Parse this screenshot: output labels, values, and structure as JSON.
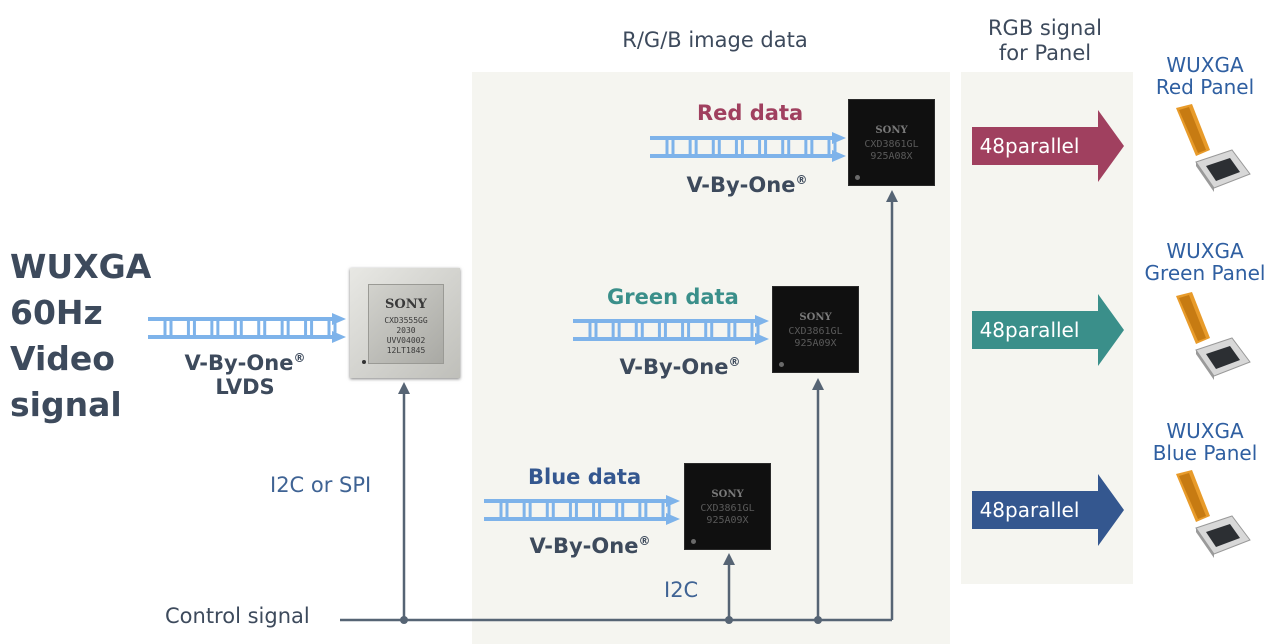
{
  "header": {
    "image_data": "R/G/B image data",
    "rgb_signal": "RGB signal\nfor Panel"
  },
  "input": {
    "title_lines": [
      "WUXGA",
      "60Hz",
      "Video",
      "signal"
    ],
    "protocol": "V-By-One",
    "protocol_sub": "LVDS",
    "registered": "®"
  },
  "main_chip": {
    "brand": "SONY",
    "lines": [
      "CXD3555GG",
      "2030",
      "UVV04002",
      "12LT1845"
    ]
  },
  "channels": [
    {
      "label": "Red data",
      "color": "#a0405f",
      "protocol": "V-By-One",
      "chip_lines": [
        "CXD3861GL",
        "925A08X"
      ]
    },
    {
      "label": "Green data",
      "color": "#3a8f8a",
      "protocol": "V-By-One",
      "chip_lines": [
        "CXD3861GL",
        "925A09X"
      ]
    },
    {
      "label": "Blue data",
      "color": "#34578f",
      "protocol": "V-By-One",
      "chip_lines": [
        "CXD3861GL",
        "925A09X"
      ]
    }
  ],
  "outputs": [
    {
      "label": "48parallel",
      "color": "#a0405f",
      "panel": "WUXGA\nRed Panel"
    },
    {
      "label": "48parallel",
      "color": "#3a8f8a",
      "panel": "WUXGA\nGreen Panel"
    },
    {
      "label": "48parallel",
      "color": "#34578f",
      "panel": "WUXGA\nBlue Panel"
    }
  ],
  "control": {
    "i2c_or_spi": "I2C or SPI",
    "i2c": "I2C",
    "control_signal": "Control signal"
  },
  "colors": {
    "text_dark": "#3d4a5c",
    "link_blue": "#3f6394",
    "stream": "#7eb3ea",
    "line": "#566474",
    "panel_bg": "#f5f5f0"
  }
}
